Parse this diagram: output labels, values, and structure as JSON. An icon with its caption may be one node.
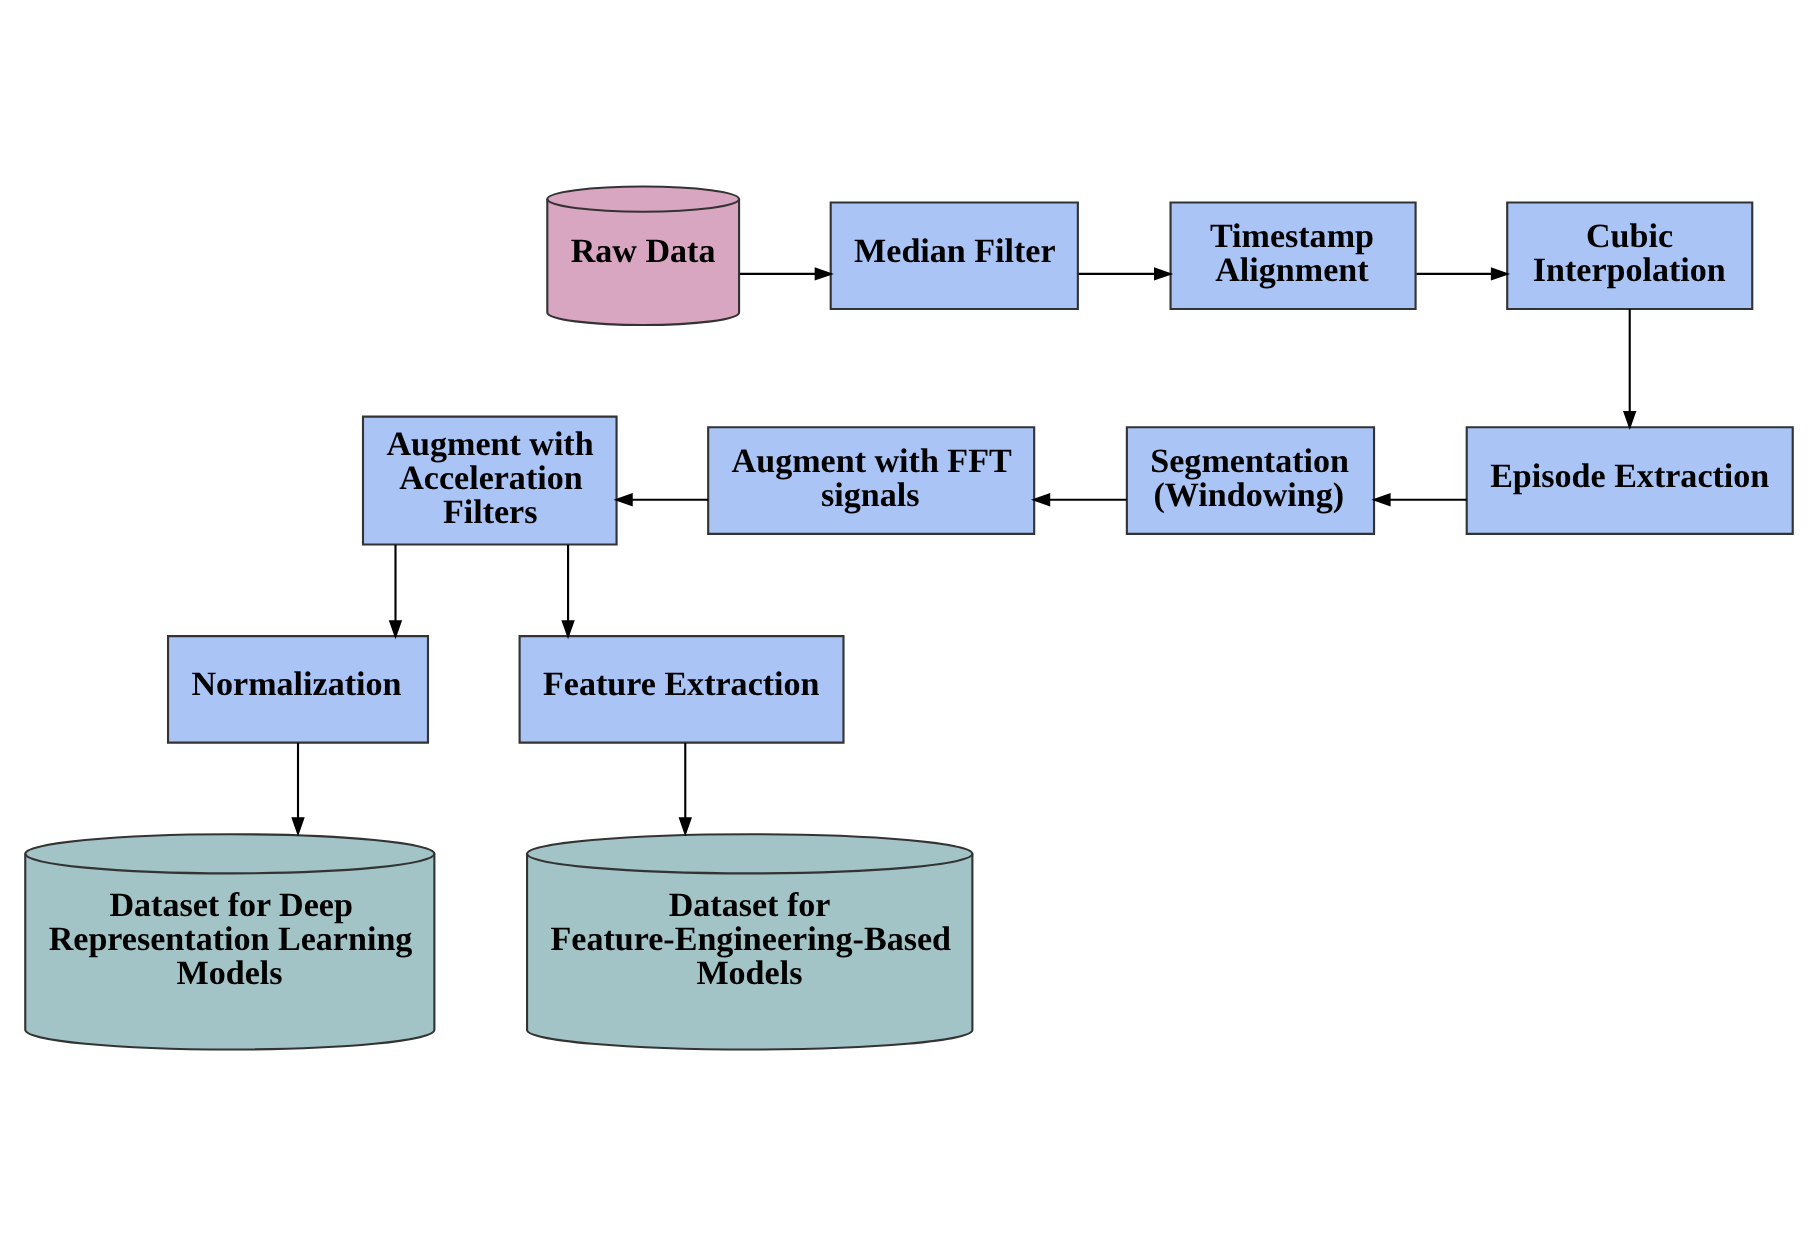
{
  "diagram": {
    "nodes": [
      {
        "text": [
          "Raw Data"
        ]
      },
      {
        "text": [
          "Median Filter"
        ]
      },
      {
        "text": [
          "Timestamp Alignment"
        ]
      },
      {
        "text": [
          "Cubic Interpolation"
        ]
      },
      {
        "text": [
          "Episode Extraction"
        ]
      },
      {
        "text": [
          "Segmentation (Windowing)"
        ]
      },
      {
        "text": [
          "Augment with FFT signals"
        ]
      },
      {
        "text": [
          "Augment with Acceleration Filters"
        ]
      },
      {
        "text": [
          "Normalization"
        ]
      },
      {
        "text": [
          "Feature Extraction"
        ]
      },
      {
        "text": [
          "Dataset for Deep Representation Learning Models"
        ]
      },
      {
        "text": [
          "Dataset for Feature-Engineering-Based Models"
        ]
      }
    ],
    "edges": [
      {
        "from": 0,
        "to": 1,
        "arrow": "to"
      },
      {
        "from": 1,
        "to": 2,
        "arrow": "to"
      },
      {
        "from": 2,
        "to": 3,
        "arrow": "to"
      },
      {
        "from": 3,
        "to": 4,
        "arrow": "to"
      },
      {
        "from": 4,
        "to": 5,
        "arrow": "to"
      },
      {
        "from": 5,
        "to": 6,
        "arrow": "to"
      },
      {
        "from": 6,
        "to": 7,
        "arrow": "to"
      },
      {
        "from": 7,
        "to": 8,
        "arrow": "to"
      },
      {
        "from": 7,
        "to": 9,
        "arrow": "to"
      },
      {
        "from": 8,
        "to": 10,
        "arrow": "to"
      },
      {
        "from": 9,
        "to": 11,
        "arrow": "to"
      }
    ]
  }
}
